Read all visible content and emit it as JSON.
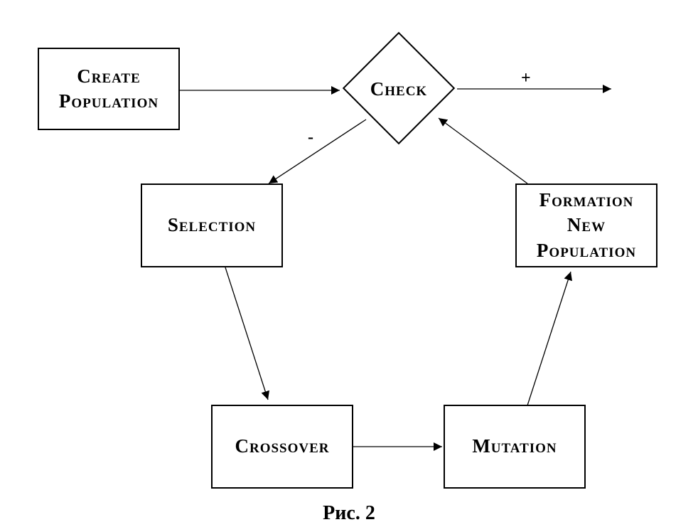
{
  "nodes": {
    "create_line1": "Create",
    "create_line2": "Population",
    "check": "Check",
    "selection": "Selection",
    "formation_line1": "Formation",
    "formation_line2": "New",
    "formation_line3": "Population",
    "crossover": "Crossover",
    "mutation": "Mutation"
  },
  "edge_labels": {
    "positive": "+",
    "negative": "-"
  },
  "caption": "Рис. 2"
}
